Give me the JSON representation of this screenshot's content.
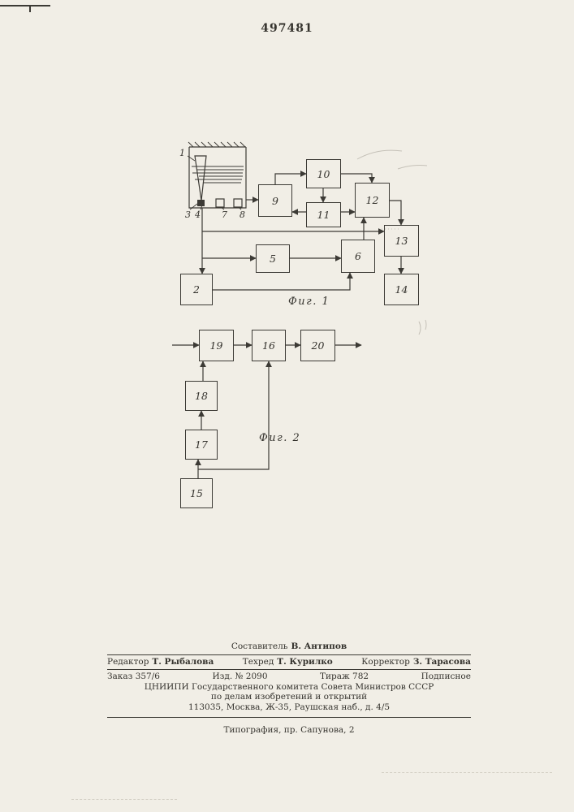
{
  "page": {
    "patent_number": "497481"
  },
  "fig1": {
    "caption": "Фиг. 1",
    "blocks": {
      "b2": "2",
      "b5": "5",
      "b6": "6",
      "b9": "9",
      "b10": "10",
      "b11": "11",
      "b12": "12",
      "b13": "13",
      "b14": "14"
    },
    "parts": {
      "p1": "1",
      "p3": "3",
      "p4": "4",
      "p7": "7",
      "p8": "8"
    }
  },
  "fig2": {
    "caption": "Фиг. 2",
    "blocks": {
      "b15": "15",
      "b16": "16",
      "b17": "17",
      "b18": "18",
      "b19": "19",
      "b20": "20"
    }
  },
  "footer": {
    "compiler_label": "Составитель",
    "compiler_name": "В. Антипов",
    "editor_label": "Редактор",
    "editor_name": "Т. Рыбалова",
    "techred_label": "Техред",
    "techred_name": "Т. Курилко",
    "corrector_label": "Корректор",
    "corrector_name": "З. Тарасова",
    "order": "Заказ 357/6",
    "edition": "Изд. № 2090",
    "circulation": "Тираж 782",
    "subscription": "Подписное",
    "org_line1": "ЦНИИПИ Государственного комитета Совета Министров СССР",
    "org_line2": "по делам изобретений и открытий",
    "org_line3": "113035, Москва, Ж-35, Раушская наб., д. 4/5",
    "typography": "Типография, пр. Сапунова, 2"
  }
}
